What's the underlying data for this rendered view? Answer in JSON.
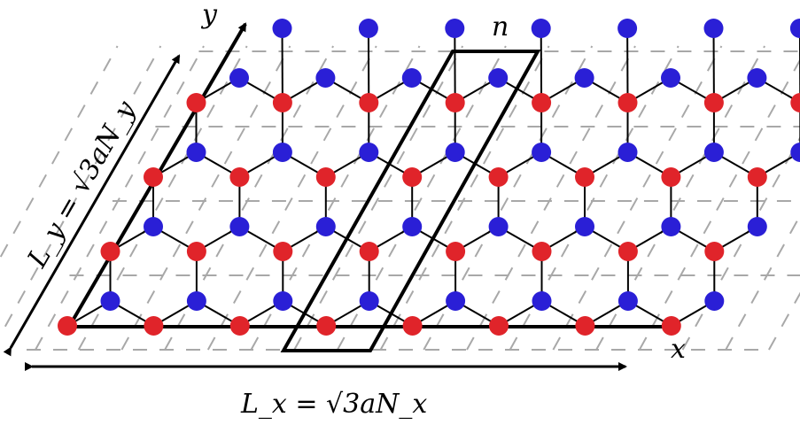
{
  "labels": {
    "x_axis": "x",
    "y_axis": "y",
    "unit_cell": "n",
    "lx_formula": "L_x = √3aN_x",
    "ly_formula": "L_y = √3aN_y"
  },
  "colors": {
    "sublattice_a": "#e0242a",
    "sublattice_b": "#2a1fd6",
    "bond": "#000000",
    "dashed_grid": "#a8a8a8"
  }
}
